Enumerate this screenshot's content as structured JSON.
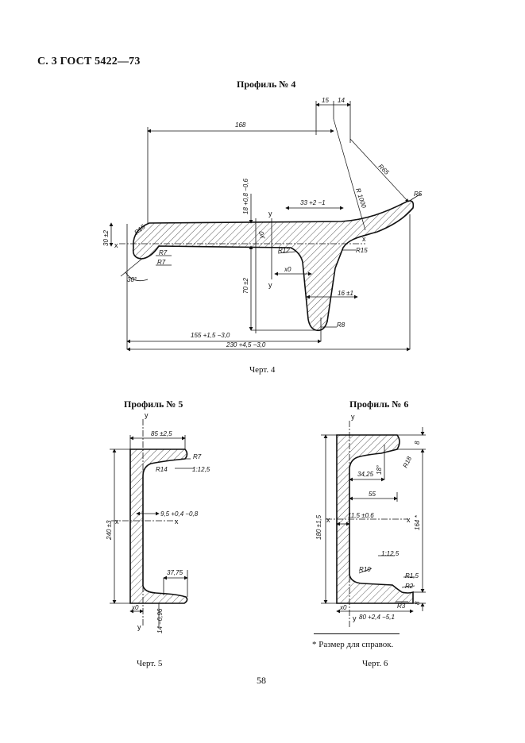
{
  "header": "С. 3 ГОСТ 5422—73",
  "profiles": {
    "p4": {
      "title": "Профиль № 4",
      "caption": "Черт. 4",
      "dims": {
        "d168": "168",
        "d15": "15",
        "d14": "14",
        "r65": "R65",
        "r5": "R5",
        "r1000": "R 1000",
        "r15a": "R15",
        "r15b": "R15",
        "r7a": "R7",
        "r7b": "R7",
        "r12": "R12",
        "r8": "R8",
        "a30": "30°",
        "d33": "33 +2 −1",
        "d18": "18 +0,8 −0,6",
        "d30v": "30 ±2",
        "d70": "70 ±2",
        "d16": "16 ±1",
        "d155": "155 +1,5 −3,0",
        "d230": "230 +4,5 −3,0",
        "x": "x",
        "y": "y",
        "y0": "y0",
        "x0": "x0"
      }
    },
    "p5": {
      "title": "Профиль № 5",
      "caption": "Черт. 5",
      "dims": {
        "d85": "85 ±2,5",
        "r7": "R7",
        "r14": "R14",
        "slope": "1:12,5",
        "d240": "240 ±3",
        "d95": "9,5 +0,4 −0,8",
        "d3775": "37,75",
        "d14": "14 −0,96",
        "x": "x",
        "y": "y",
        "x0": "x0"
      }
    },
    "p6": {
      "title": "Профиль № 6",
      "caption": "Черт. 6",
      "dims": {
        "d8a": "8",
        "d8b": "8",
        "r18": "R18",
        "d3425": "34,25",
        "d18": "18°",
        "d55": "55",
        "d180": "180 ±1,5",
        "d164": "164 *",
        "d115": "11,5 ±0,6",
        "slope": "1:12,5",
        "r10": "R10",
        "r15": "R1,5",
        "r2": "R2",
        "r3": "R3",
        "d80": "80 +2,4 −5,1",
        "x": "x",
        "y": "y",
        "x0": "x0"
      }
    }
  },
  "footnote": "* Размер для справок.",
  "page_number": "58"
}
